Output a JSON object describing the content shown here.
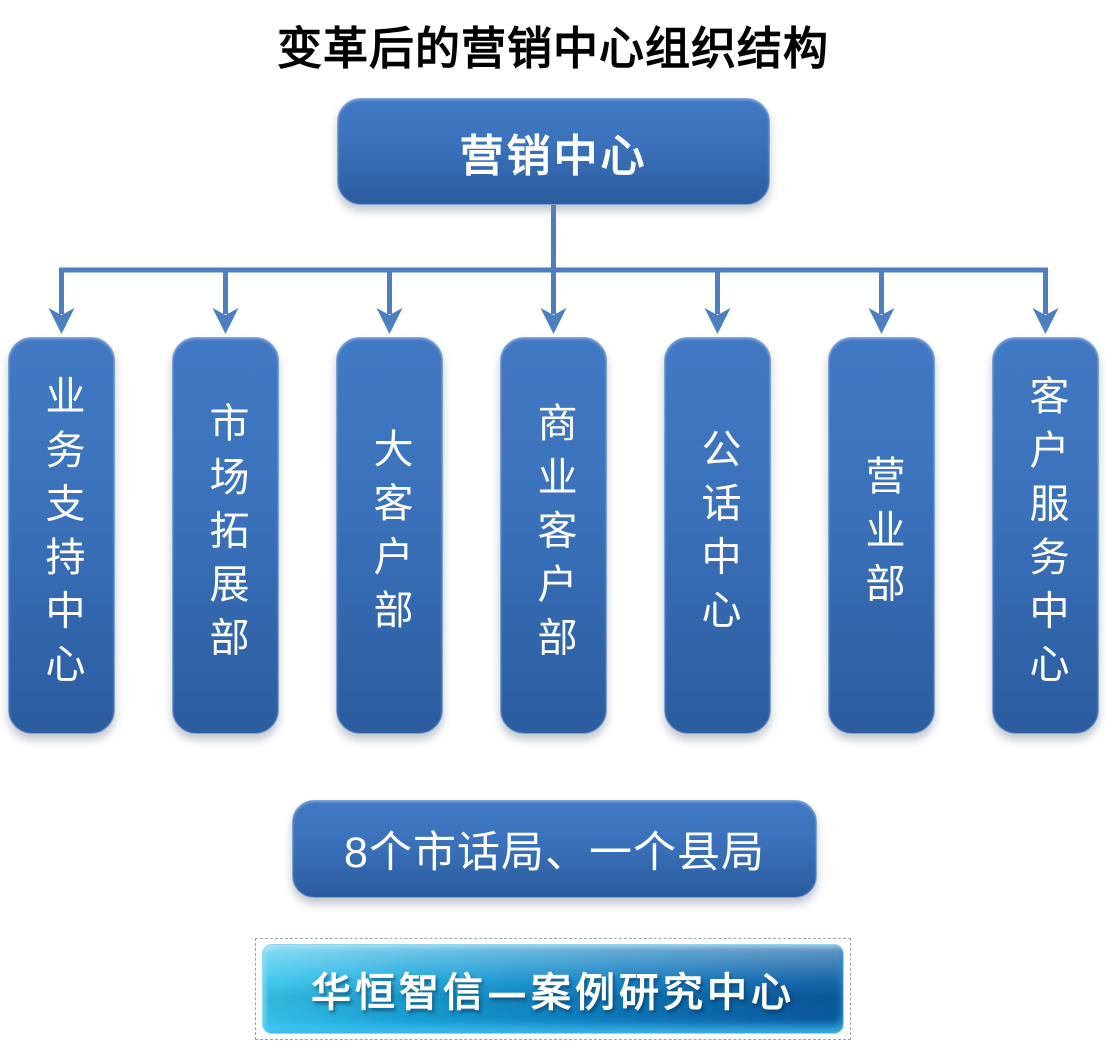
{
  "title": "变革后的营销中心组织结构",
  "org_chart": {
    "type": "org-tree",
    "root": {
      "label": "营销中心"
    },
    "children": [
      {
        "label": "业务支持中心"
      },
      {
        "label": "市场拓展部"
      },
      {
        "label": "大客户部"
      },
      {
        "label": "商业客户部"
      },
      {
        "label": "公话中心"
      },
      {
        "label": "营业部"
      },
      {
        "label": "客户服务中心"
      }
    ],
    "note": {
      "label": "8个市话局、一个县局"
    }
  },
  "footer": {
    "label": "华恒智信—案例研究中心"
  },
  "colors": {
    "node_gradient_top": "#4179c4",
    "node_gradient_bottom": "#2a5c9e",
    "node_border": "#7fa3d4",
    "connector": "#4d7fbe",
    "node_text": "#ffffff",
    "title_text": "#000000",
    "banner_light": "#3cc9ef",
    "banner_dark": "#0a5aa0"
  }
}
